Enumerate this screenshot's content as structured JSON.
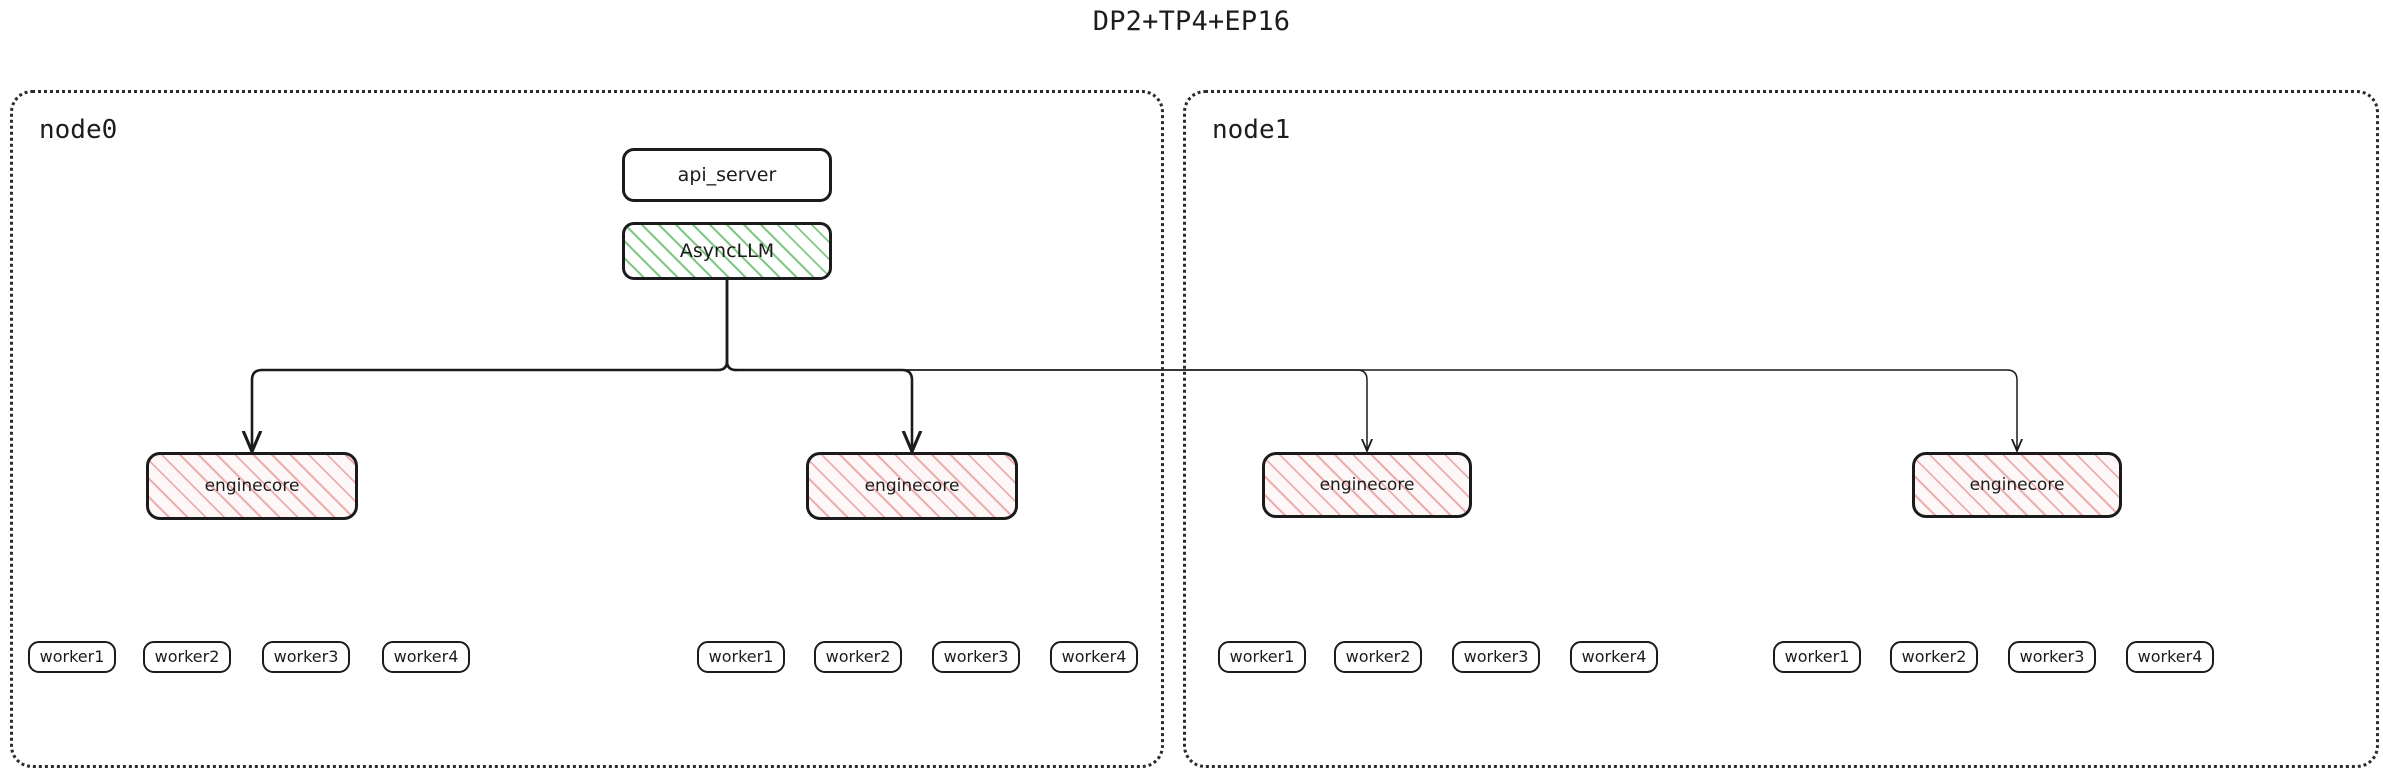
{
  "title": "DP2+TP4+EP16",
  "colors": {
    "stroke": "#1b1b1b",
    "group_border": "#2b2b2b",
    "async_hatch": "#7ac480",
    "engine_hatch": "#e89696",
    "background": "#ffffff"
  },
  "nodes": [
    {
      "id": "node0",
      "label": "node0",
      "has_api_server": true,
      "api_server": {
        "label": "api_server"
      },
      "async_llm": {
        "label": "AsyncLLM"
      },
      "enginecores": [
        {
          "label": "enginecore",
          "workers": [
            {
              "label": "worker1"
            },
            {
              "label": "worker2"
            },
            {
              "label": "worker3"
            },
            {
              "label": "worker4"
            }
          ]
        },
        {
          "label": "enginecore",
          "workers": [
            {
              "label": "worker1"
            },
            {
              "label": "worker2"
            },
            {
              "label": "worker3"
            },
            {
              "label": "worker4"
            }
          ]
        }
      ]
    },
    {
      "id": "node1",
      "label": "node1",
      "has_api_server": false,
      "enginecores": [
        {
          "label": "enginecore",
          "workers": [
            {
              "label": "worker1"
            },
            {
              "label": "worker2"
            },
            {
              "label": "worker3"
            },
            {
              "label": "worker4"
            }
          ]
        },
        {
          "label": "enginecore",
          "workers": [
            {
              "label": "worker1"
            },
            {
              "label": "worker2"
            },
            {
              "label": "worker3"
            },
            {
              "label": "worker4"
            }
          ]
        }
      ]
    }
  ]
}
